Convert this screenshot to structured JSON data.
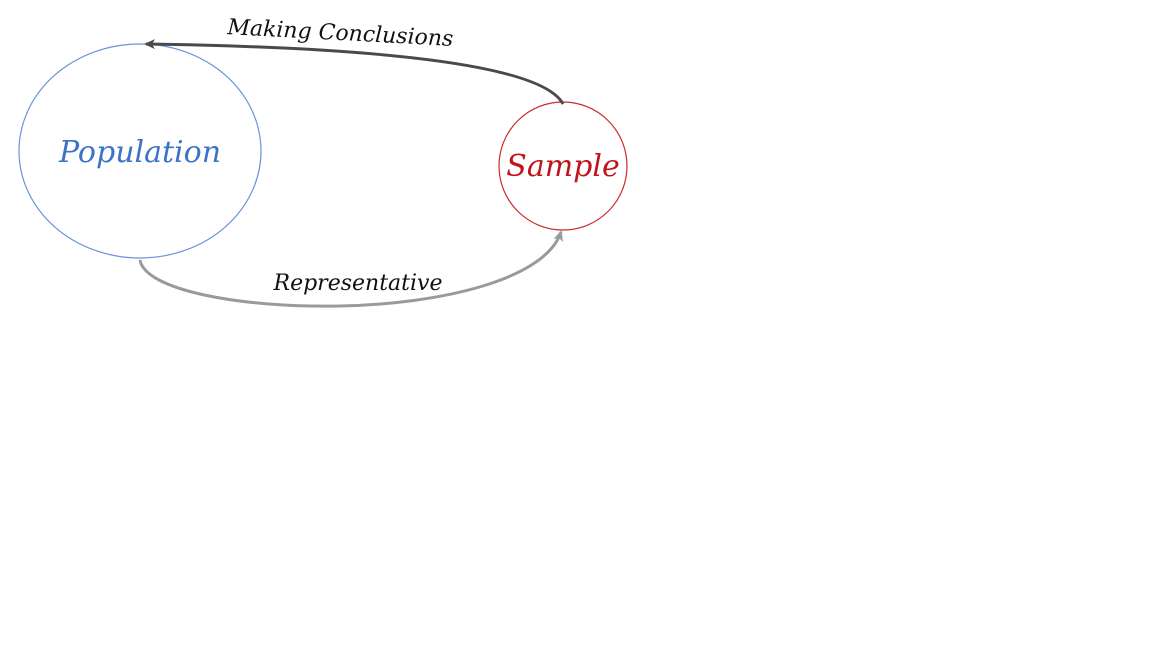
{
  "diagram": {
    "nodes": {
      "population": {
        "label": "Population",
        "color": "#3b73c9",
        "border": "#6a94d8"
      },
      "sample": {
        "label": "Sample",
        "color": "#c0141c",
        "border": "#c92a2a"
      }
    },
    "edges": {
      "conclusions": {
        "label": "Making Conclusions",
        "color": "#4a4a4a",
        "text_color": "#111111"
      },
      "representative": {
        "label": "Representative",
        "color": "#9a9a9a",
        "text_color": "#111111"
      }
    }
  }
}
